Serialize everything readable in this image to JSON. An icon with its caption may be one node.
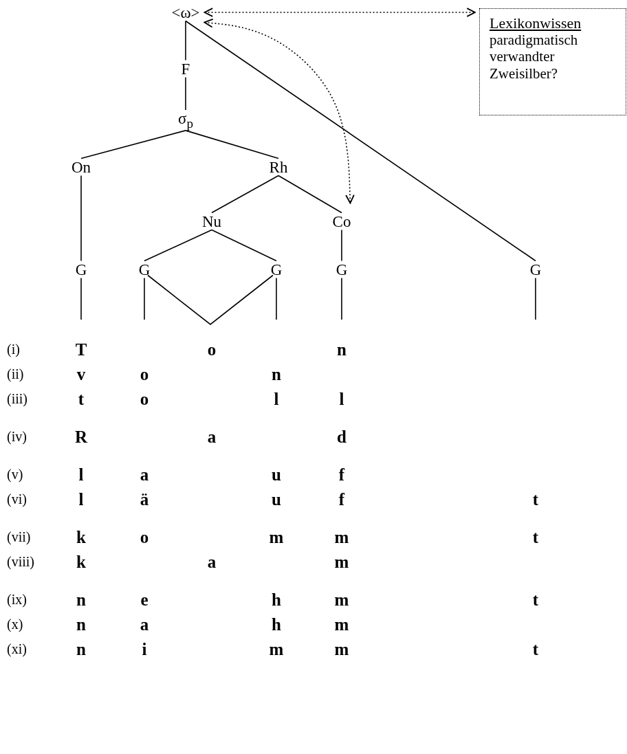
{
  "diagram": {
    "nodes": [
      {
        "text": [
          "<ω>"
        ]
      },
      {
        "text": [
          "F"
        ]
      },
      {
        "text": [
          "σ$_{p}$"
        ]
      },
      {
        "text": [
          "On"
        ]
      },
      {
        "text": [
          "Rh"
        ]
      },
      {
        "text": [
          "Nu"
        ]
      },
      {
        "text": [
          "Co"
        ]
      },
      {
        "text": [
          "G"
        ]
      },
      {
        "text": [
          "G"
        ]
      },
      {
        "text": [
          "G"
        ]
      },
      {
        "text": [
          "G"
        ]
      },
      {
        "text": [
          "G"
        ]
      },
      {
        "text": [
          "Lexikonwissen",
          "paradigmatisch verwandter Zweisilber?"
        ]
      }
    ],
    "edges": [
      {
        "from": 0,
        "to": 1,
        "arrow": "none"
      },
      {
        "from": 1,
        "to": 2,
        "arrow": "none"
      },
      {
        "from": 2,
        "to": 3,
        "arrow": "none"
      },
      {
        "from": 2,
        "to": 4,
        "arrow": "none"
      },
      {
        "from": 4,
        "to": 5,
        "arrow": "none"
      },
      {
        "from": 4,
        "to": 6,
        "arrow": "none"
      },
      {
        "from": 3,
        "to": 7,
        "arrow": "none"
      },
      {
        "from": 5,
        "to": 8,
        "arrow": "none"
      },
      {
        "from": 5,
        "to": 9,
        "arrow": "none"
      },
      {
        "from": 6,
        "to": 10,
        "arrow": "none"
      },
      {
        "from": 0,
        "to": 11,
        "arrow": "none"
      },
      {
        "from": 8,
        "to": 9,
        "arrow": "none"
      },
      {
        "from": 7,
        "to": null,
        "arrow": "none"
      },
      {
        "from": 8,
        "to": null,
        "arrow": "none"
      },
      {
        "from": 9,
        "to": null,
        "arrow": "none"
      },
      {
        "from": 10,
        "to": null,
        "arrow": "none"
      },
      {
        "from": 11,
        "to": null,
        "arrow": "none"
      },
      {
        "from": 0,
        "to": 12,
        "arrow": "both",
        "style": "dashed"
      },
      {
        "from": 0,
        "to": 6,
        "arrow": "both",
        "style": "dashed"
      }
    ],
    "labels": [
      "(i)",
      "T",
      "o",
      "n",
      "(ii)",
      "v",
      "o",
      "n",
      "(iii)",
      "t",
      "o",
      "l",
      "l",
      "(iv)",
      "R",
      "a",
      "d",
      "(v)",
      "l",
      "a",
      "u",
      "f",
      "(vi)",
      "l",
      "ä",
      "u",
      "f",
      "t",
      "(vii)",
      "k",
      "o",
      "m",
      "m",
      "t",
      "(viii)",
      "k",
      "a",
      "m",
      "(ix)",
      "n",
      "e",
      "h",
      "m",
      "t",
      "(x)",
      "n",
      "a",
      "h",
      "m",
      "(xi)",
      "n",
      "i",
      "m",
      "m",
      "t"
    ]
  }
}
